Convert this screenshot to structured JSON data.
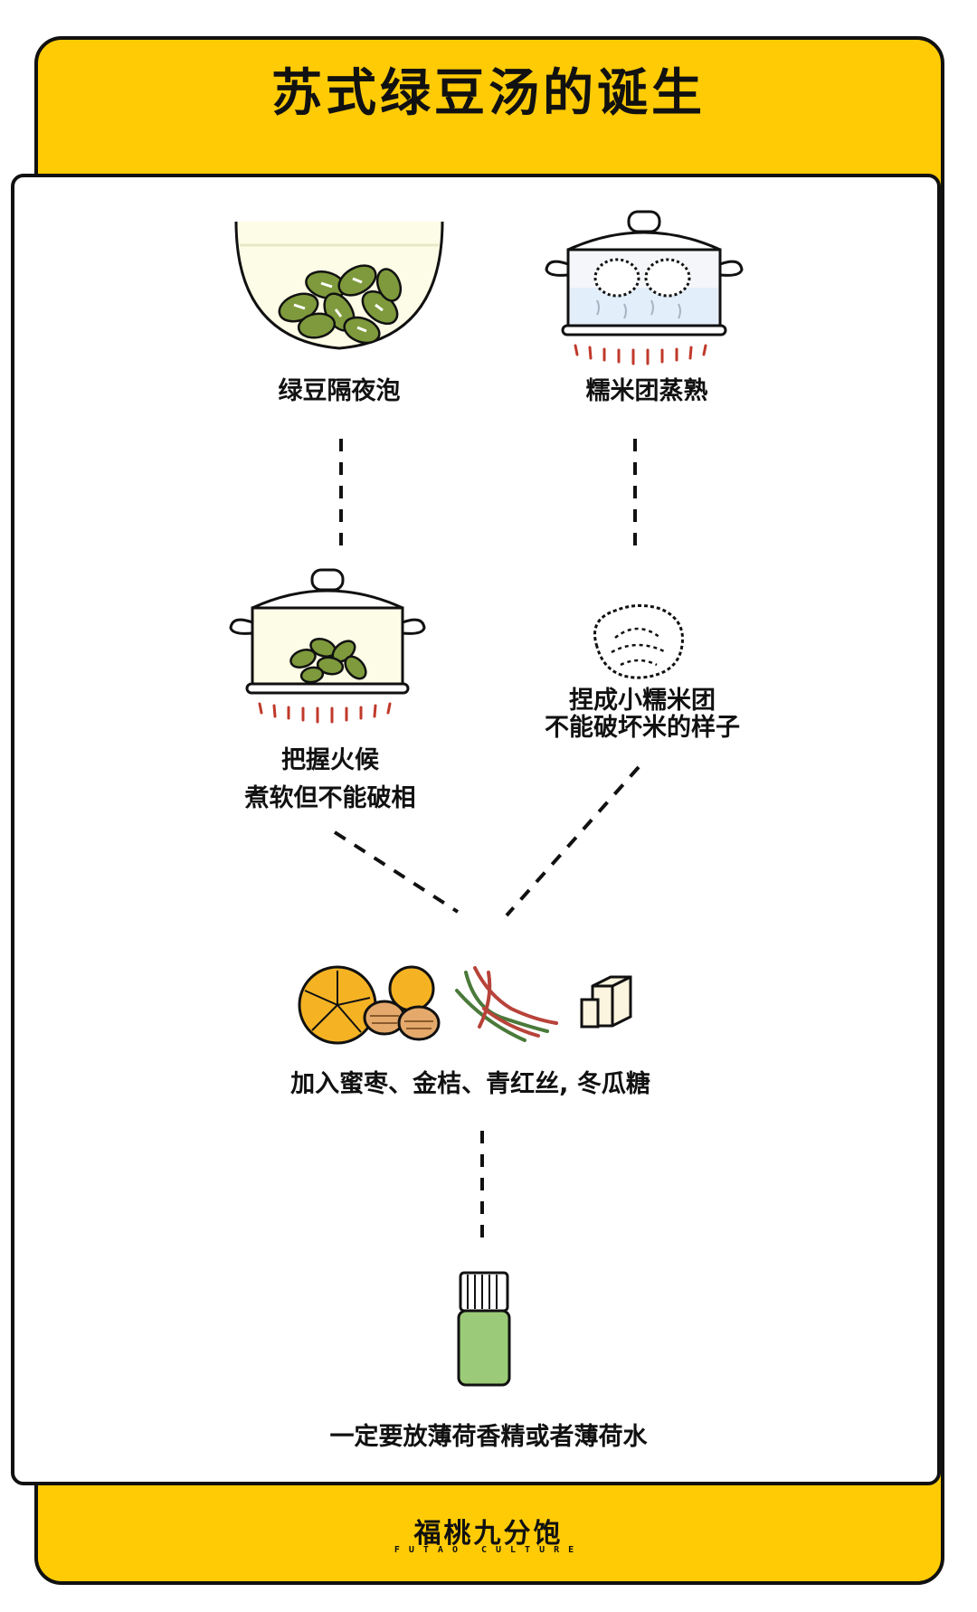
{
  "title": "苏式绿豆汤的诞生",
  "steps": {
    "soak_beans": "绿豆隔夜泡",
    "steam_rice": "糯米团蒸熟",
    "cook_beans_line1": "把握火候",
    "cook_beans_line2": "煮软但不能破相",
    "rice_ball_line1": "捏成小糯米团",
    "rice_ball_line2": "不能破坏米的样子",
    "add_ingredients": "加入蜜枣、金桔、青红丝, 冬瓜糖",
    "mint": "一定要放薄荷香精或者薄荷水"
  },
  "brand": {
    "name": "福桃九分饱",
    "subtitle": "FUTAO CULTURE"
  },
  "colors": {
    "frame_yellow": "#FFCB05",
    "bean_green": "#7E9A3C",
    "mint_green": "#9BCB78",
    "fire_red": "#C0392B",
    "orange": "#F5B324"
  }
}
